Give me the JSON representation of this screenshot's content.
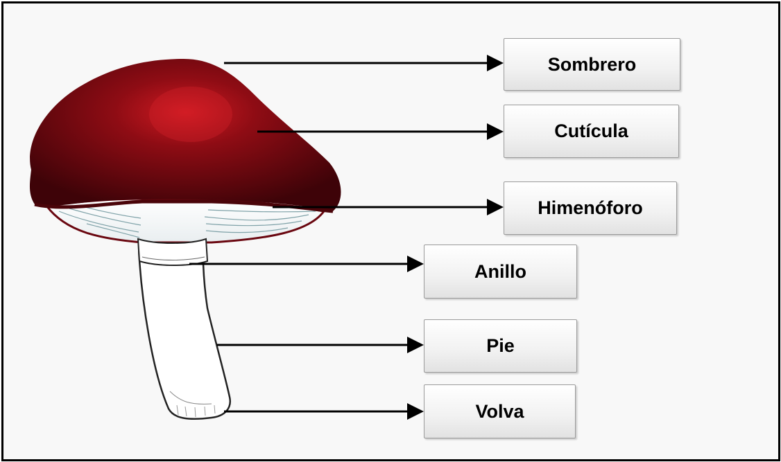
{
  "diagram": {
    "labels": {
      "sombrero": "Sombrero",
      "cuticula": "Cutícula",
      "himenoforo": "Himenóforo",
      "anillo": "Anillo",
      "pie": "Pie",
      "volva": "Volva"
    },
    "colors": {
      "cap_dark": "#3e0308",
      "cap_mid": "#7a0a12",
      "cap_highlight": "#c01820",
      "stem": "#ffffff",
      "arrow": "#000000"
    }
  }
}
